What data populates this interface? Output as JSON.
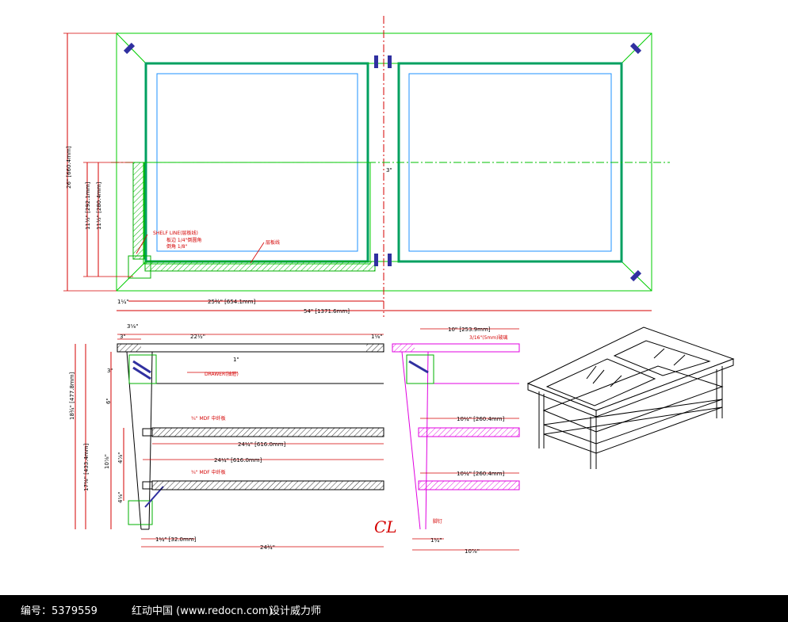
{
  "plan": {
    "dim_height_total": "26\" [660.4mm]",
    "dim_height_inner": "11½\" [292.1mm]",
    "dim_height_inner2": "11½\" [280.4mm]",
    "dim_gap_center": "3\"",
    "dim_half_width": "25¾\" [654.1mm]",
    "dim_total_width": "54\" [1371.6mm]",
    "dim_edge": "1¼\"",
    "note_shelf_label": "SHELF LINE(层板线)",
    "note_edge": "板边 1/4\"倒圆角",
    "note_edge2": "倒角 1/8\"",
    "note_red": "层板线"
  },
  "front": {
    "dim_leg_top": "3⅛\"",
    "dim_leg_3": "3\"",
    "dim_top_width": "22½\"",
    "dim_right_edge": "1⅛\"",
    "dim_1": "1\"",
    "dim_drawer": "DRAWER(抽屉)",
    "dim_3a": "3\"",
    "dim_height_a": "18¾\" [477.8mm]",
    "dim_height_b": "17⅜\" [433.4mm]",
    "dim_mid_a": "10⅞\"",
    "dim_mid_b": "4¼\"",
    "dim_6": "6\"",
    "dim_4": "4⅞\"",
    "shelf1_note": "¾\" MDF 中纤板",
    "shelf1_dim": "24¼\" [616.0mm]",
    "shelf2_dim": "24¼\" [616.0mm]",
    "shelf2_note": "¾\" MDF 中纤板",
    "dim_leg_bottom": "4⅛\"",
    "dim_foot": "1¼\" [32.0mm]",
    "dim_bottom_width": "24¾\""
  },
  "side": {
    "dim_top": "10\" [253.9mm]",
    "dim_note": "3/16\"(5mm)玻璃",
    "shelf1_dim": "10¼\" [260.4mm]",
    "shelf2_dim": "10¼\" [260.4mm]",
    "foot_note": "脚钉",
    "dim_foot": "1¼\"",
    "dim_bottom": "10⅞\""
  },
  "signature": "CL",
  "footer": {
    "id_label": "编号：5379559",
    "site": "红动中国 (www.redocn.com)",
    "designer": "设计威力师"
  }
}
